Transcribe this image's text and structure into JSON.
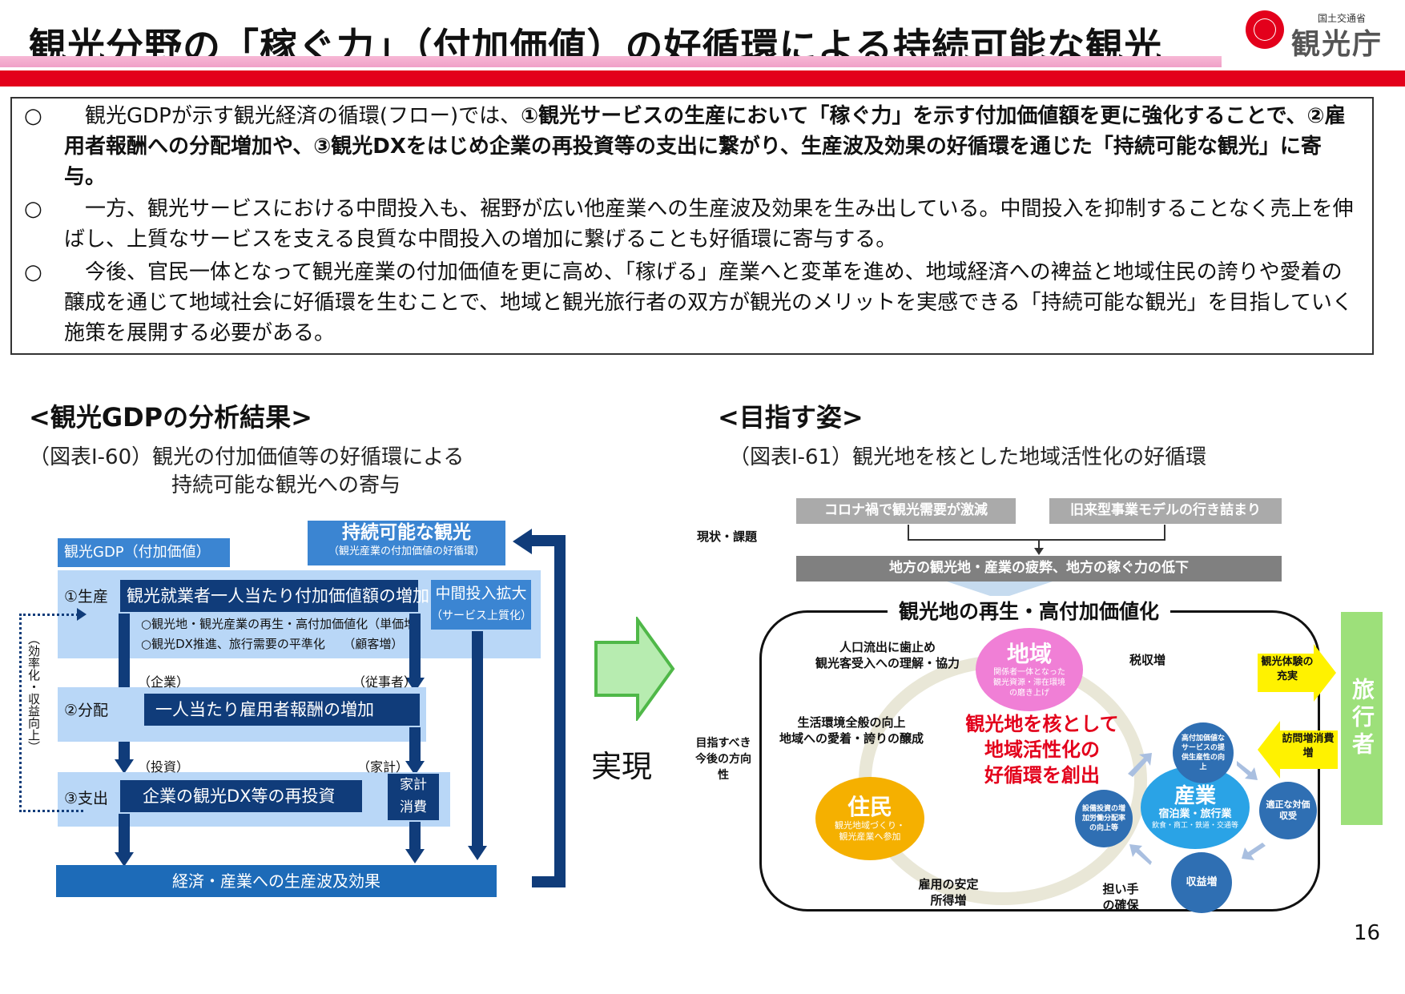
{
  "header": {
    "title": "観光分野の「稼ぐ力」（付加価値）の好循環による持続可能な観光",
    "logo_sub": "国土交通省",
    "logo_main": "観光庁"
  },
  "summary": {
    "bullet": "○",
    "p1_plain": "　観光GDPが示す観光経済の循環(フロー)では、",
    "p1_bold": "①観光サービスの生産において「稼ぐ力」を示す付加価値額を更に強化することで、②雇用者報酬への分配増加や、③観光DXをはじめ企業の再投資等の支出に繋がり、生産波及効果の好循環を通じた「持続可能な観光」に寄与。",
    "p2": "　一方、観光サービスにおける中間投入も、裾野が広い他産業への生産波及効果を生み出している。中間投入を抑制することなく売上を伸ばし、上質なサービスを支える良質な中間投入の増加に繋げることも好循環に寄与する。",
    "p3": "　今後、官民一体となって観光産業の付加価値を更に高め、「稼げる」産業へと変革を進め、地域経済への裨益と地域住民の誇りや愛着の醸成を通じて地域社会に好循環を生むことで、地域と観光旅行者の双方が観光のメリットを実感できる「持続可能な観光」を目指していく施策を展開する必要がある。"
  },
  "left": {
    "heading": "<観光GDPの分析結果>",
    "caption1": "（図表Ⅰ-60）観光の付加価値等の好循環による",
    "caption2": "持続可能な観光への寄与",
    "gdp_label": "観光GDP（付加価値）",
    "sustain_title": "持続可能な観光",
    "sustain_sub": "（観光産業の付加価値の好循環）",
    "row1_label": "①生産",
    "row1_main": "観光就業者一人当たり付加価値額の増加",
    "row1_sub1": "○観光地・観光産業の再生・高付加価値化（単価増）",
    "row1_sub2": "○観光DX推進、旅行需要の平準化　　（顧客増）",
    "mid_input1": "中間投入拡大",
    "mid_input2": "（サービス上質化）",
    "firm": "（企業）",
    "worker": "（従事者）",
    "row2_label": "②分配",
    "row2_main": "一人当たり雇用者報酬の増加",
    "invest": "（投資）",
    "household": "（家計）",
    "row3_label": "③支出",
    "row3_main": "企業の観光DX等の再投資",
    "hh_cons1": "家計",
    "hh_cons2": "消費",
    "bottom": "経済・産業への生産波及効果",
    "side_note": "（効率化・収益向上）"
  },
  "middle": {
    "label": "実現"
  },
  "right": {
    "heading": "<目指す姿>",
    "caption": "（図表Ⅰ-61）観光地を核とした地域活性化の好循環",
    "issue1": "コロナ禍で観光需要が激減",
    "issue2": "旧来型事業モデルの行き詰まり",
    "status_label": "現状・課題",
    "decline": "地方の観光地・産業の疲弊、地方の稼ぐ力の低下",
    "cycle_title": "観光地の再生・高付加価値化",
    "direction_label": "目指すべき今後の方向性",
    "region": "地域",
    "region_sub": "関係者一体となった観光資源・滞在環境の磨き上げ",
    "resident": "住民",
    "resident_sub": "観光地域づくり・観光産業へ参加",
    "industry": "産業",
    "industry_sub": "宿泊業・旅行業",
    "industry_sub2": "飲食・商工・鉄道・交通等",
    "center1": "観光地を核として",
    "center2": "地域活性化の",
    "center3": "好循環を創出",
    "l_top1": "人口流出に歯止め",
    "l_top2": "観光客受入への理解・協力",
    "l_mid1": "生活環境全般の向上",
    "l_mid2": "地域への愛着・誇りの醸成",
    "tax": "税収増",
    "employ1": "雇用の安定",
    "employ2": "所得増",
    "worker1": "担い手",
    "worker2": "の確保",
    "c_value": "高付加価値なサービスの提供生産性の向上",
    "c_invest": "設備投資の増加労働分配率の向上等",
    "c_price": "適正な対価収受",
    "c_profit": "収益増",
    "exp": "観光体験の充実",
    "visit": "訪問増消費増",
    "traveler": "旅行者"
  },
  "page_number": "16",
  "colors": {
    "title_red": "#e3001b",
    "navy": "#103c7a",
    "light_blue": "#b9d7f7",
    "mid_blue": "#3b85d2",
    "region_pink": "#f07fd6",
    "resident_yellow": "#f5b000",
    "industry_blue": "#2aa3e6",
    "traveler_green": "#9de07a",
    "arrow_yellow": "#fff200",
    "center_red": "#e3001b"
  }
}
